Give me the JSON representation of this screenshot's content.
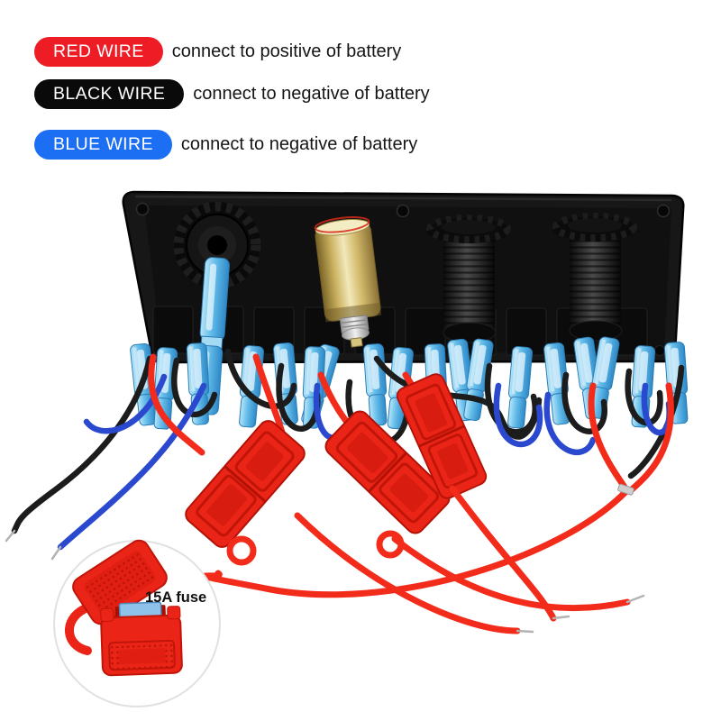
{
  "legend": {
    "items": [
      {
        "label": "RED WIRE",
        "description": "connect to positive of battery",
        "pill_color": "#ee1c24",
        "text_color": "#ffffff"
      },
      {
        "label": "BLACK WIRE",
        "description": "connect to negative of battery",
        "pill_color": "#0a0a0a",
        "text_color": "#ffffff"
      },
      {
        "label": "BLUE WIRE",
        "description": "connect to negative of battery",
        "pill_color": "#1c6ef2",
        "text_color": "#ffffff"
      }
    ]
  },
  "photo": {
    "inset_label": "15A fuse",
    "colors": {
      "wire_red": "#f22b1b",
      "wire_black": "#1c1c1c",
      "wire_blue": "#2b49ce",
      "connector_blue": "#62bbe9",
      "fuse_holder_red": "#ea2517",
      "panel_black": "#171717",
      "brass": "#d3ba6b"
    }
  }
}
